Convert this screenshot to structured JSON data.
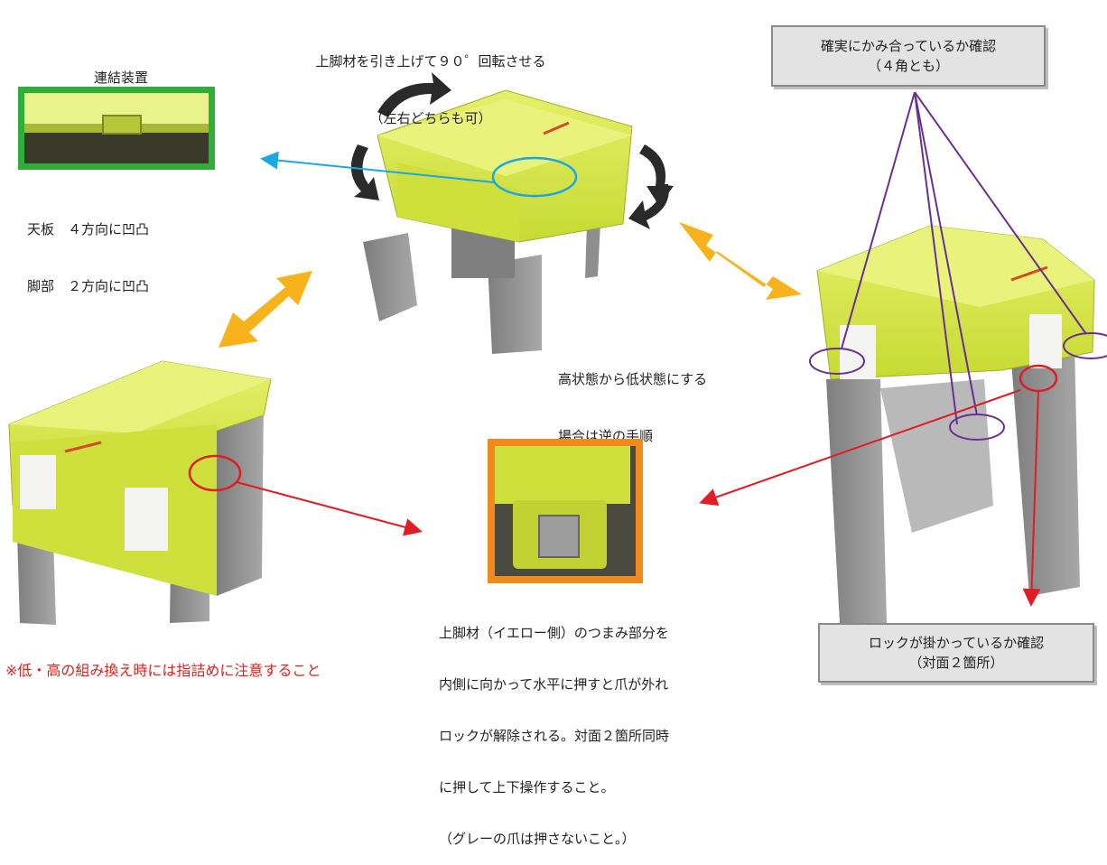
{
  "top_caption": {
    "line1": "上脚材を引き上げて９０゜回転させる",
    "line2": "（左右どちらも可）"
  },
  "connector": {
    "label": "連結装置",
    "note_line1": "天板　４方向に凹凸",
    "note_line2": "脚部　２方向に凹凸"
  },
  "confirm_mesh": {
    "line1": "確実にかみ合っているか確認",
    "line2": "（４角とも）"
  },
  "reverse_note": {
    "line1": "高状態から低状態にする",
    "line2": "場合は逆の手順"
  },
  "release_note": {
    "line1": "上脚材（イエロー側）のつまみ部分を",
    "line2": "内側に向かって水平に押すと爪が外れ",
    "line3": "ロックが解除される。対面２箇所同時",
    "line4": "に押して上下操作すること。",
    "line5": "（グレーの爪は押さないこと。）"
  },
  "confirm_lock": {
    "line1": "ロックが掛かっているか確認",
    "line2": "（対面２箇所）"
  },
  "warning": "※低・高の組み換え時には指詰めに注意すること",
  "colors": {
    "green_frame": "#2fae3a",
    "orange_frame": "#f08a1c",
    "yellow_part": "#d8e84a",
    "gray_part": "#8c8c8c",
    "double_arrow": "#f7b21c",
    "pointer_blue": "#1aa7e3",
    "pointer_red": "#e01c24",
    "pointer_purple": "#6a2f95",
    "warning_red": "#e0201f"
  }
}
